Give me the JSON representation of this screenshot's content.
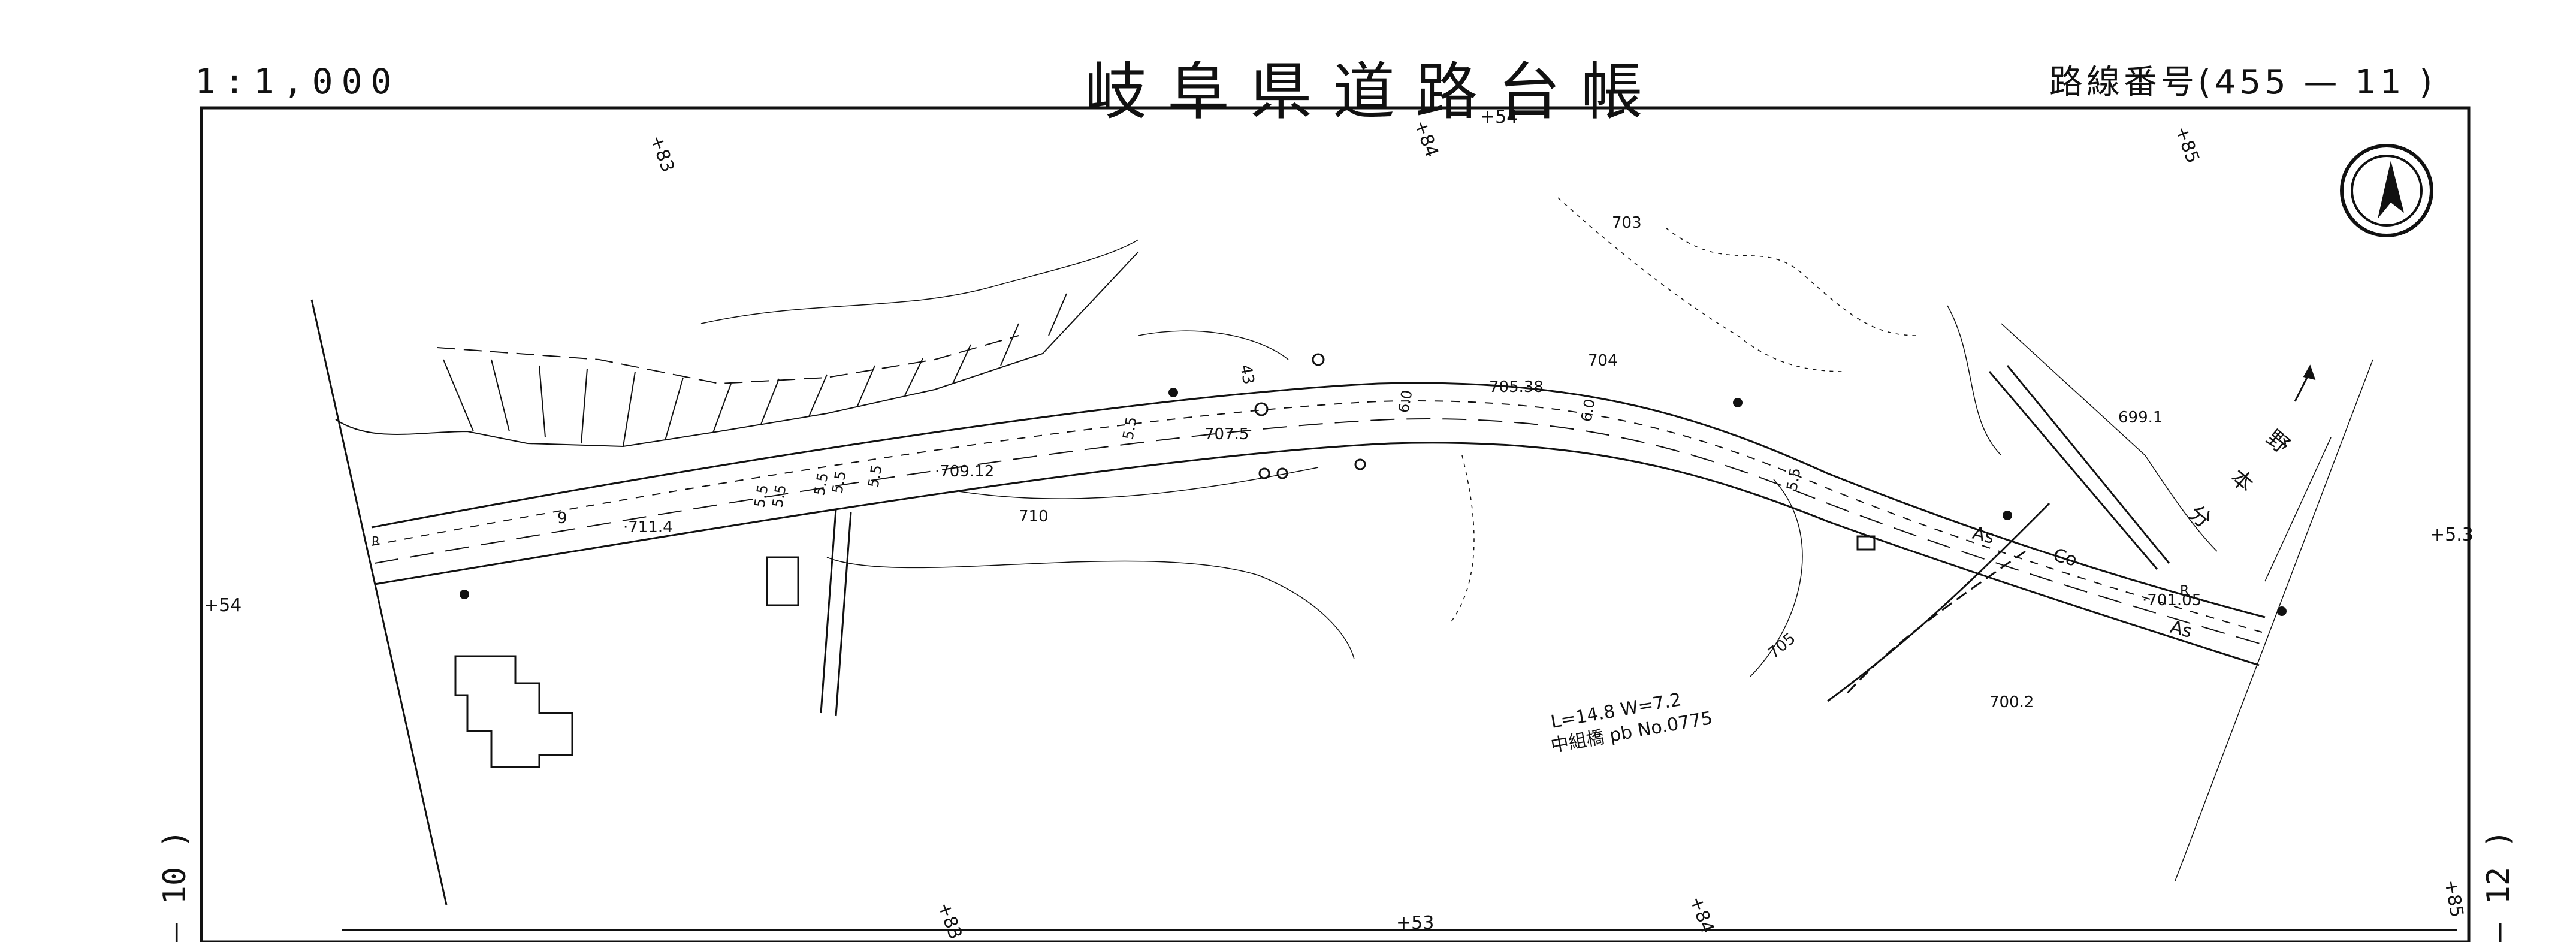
{
  "header": {
    "scale": "1:1,000",
    "title": "岐阜県道路台帳",
    "route_label": "路線番号(455 — 11 )"
  },
  "side_labels": {
    "left": "— 10 )",
    "right": "— 12 )"
  },
  "north_arrow": {
    "icon": "north-arrow-icon"
  },
  "map_labels": {
    "m83_top": "+83",
    "m84_top": "+84",
    "m54_top": "+54",
    "m85_top": "+85",
    "m54_left": "+54",
    "m53_right": "+5.3",
    "m83_bottom": "+83",
    "m53_bottom": "+53",
    "m84_bottom": "+84",
    "m85_bottom": "+85",
    "elev_703": "703",
    "elev_704": "704",
    "elev_70538": "705.38",
    "elev_7075": "707.5",
    "elev_70912": "·709.12",
    "elev_710": "710",
    "elev_7114": "·711.4",
    "elev_705": "705",
    "elev_6991": "699.1",
    "elev_70105": "·701.05",
    "elev_7002": "700.2",
    "dim_9": "9",
    "dim_60a": "6.0",
    "dim_60b": "6.0",
    "dim_55a": "5.5",
    "dim_55b": "5.5",
    "dim_55c": "5.5",
    "dim_55d": "5.5",
    "dim_55e": "5.5",
    "dim_55f": "5.5",
    "dim_55g": "5.5",
    "dim_43": "43",
    "bridge_dims": "L=14.8  W=7.2",
    "bridge_name": "中組橋  pb No.0775",
    "pave_as1": "As",
    "pave_co": "Co",
    "pave_as2": "As",
    "kanji_no": "野",
    "kanji_hon": "本",
    "kanji_shi": "分",
    "r_mark1": "R",
    "r_mark2": "R"
  },
  "colors": {
    "ink": "#111111",
    "paper": "#ffffff"
  }
}
